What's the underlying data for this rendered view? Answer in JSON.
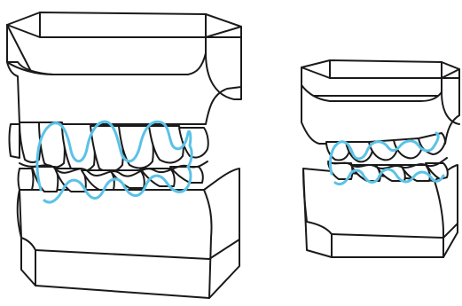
{
  "figure": {
    "models": [
      {
        "id": "large-model",
        "kind": "dental-cast"
      },
      {
        "id": "small-model",
        "kind": "dental-cast"
      }
    ],
    "colors": {
      "outline": "#1a1a1a",
      "fill": "#ffffff",
      "aligner_trace": "#5bc2e7"
    },
    "icons": [
      "upper-cast-icon",
      "lower-cast-icon",
      "aligner-outline-icon"
    ]
  }
}
